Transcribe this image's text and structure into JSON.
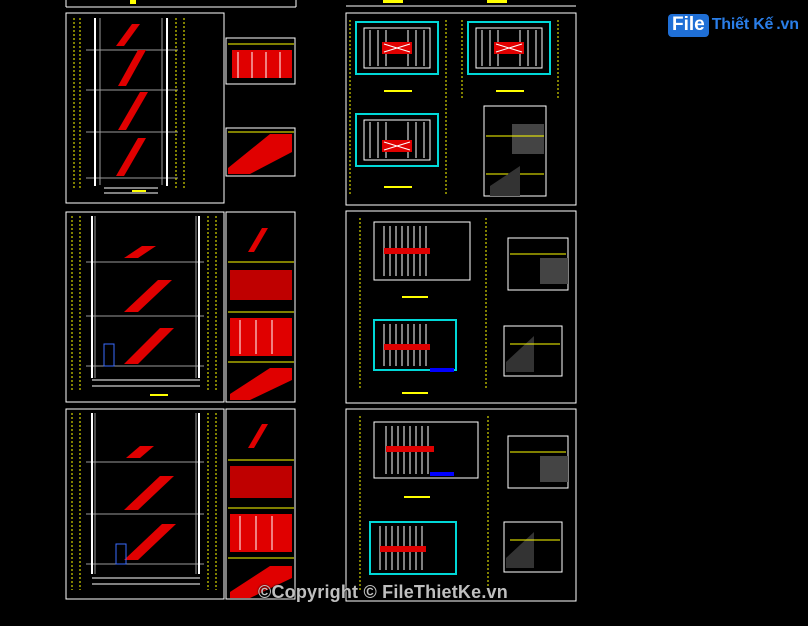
{
  "logo": {
    "part1": "File",
    "part2": "Thiết Kế",
    "part3": ".vn"
  },
  "watermark": "©Copyright © FileThietKe.vn",
  "colors": {
    "background": "#000000",
    "frame": "#ffffff",
    "dimension": "#ffff00",
    "stair": "#ff0000",
    "wall": "#00d8d8",
    "slab": "#0000ff",
    "logo_blue": "#1f6fd6"
  },
  "icons": [
    "logo-badge-icon"
  ]
}
